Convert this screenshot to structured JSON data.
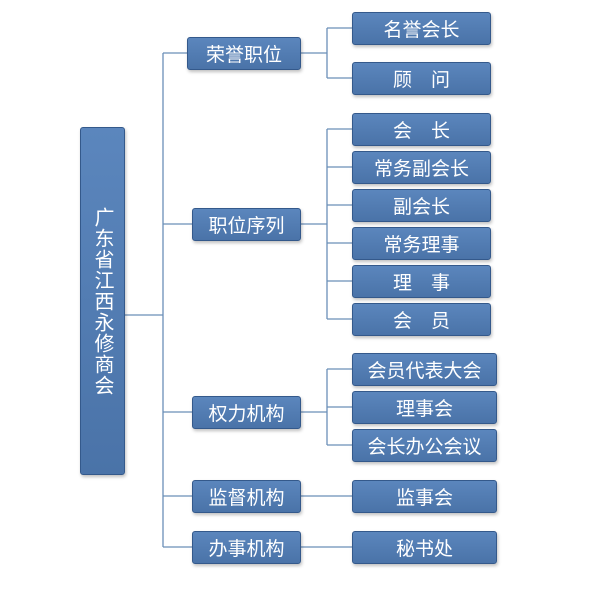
{
  "root": "广东省江西永修商会",
  "branches": [
    {
      "label": "荣誉职位",
      "children": [
        "名誉会长",
        "顾　问"
      ]
    },
    {
      "label": "职位序列",
      "children": [
        "会　长",
        "常务副会长",
        "副会长",
        "常务理事",
        "理　事",
        "会　员"
      ]
    },
    {
      "label": "权力机构",
      "children": [
        "会员代表大会",
        "理事会",
        "会长办公会议"
      ]
    },
    {
      "label": "监督机构",
      "children": [
        "监事会"
      ]
    },
    {
      "label": "办事机构",
      "children": [
        "秘书处"
      ]
    }
  ],
  "colors": {
    "box_fill": "#4f7ab3",
    "box_border": "#34598b",
    "text": "#ffffff",
    "connector": "#6b8fb8"
  }
}
